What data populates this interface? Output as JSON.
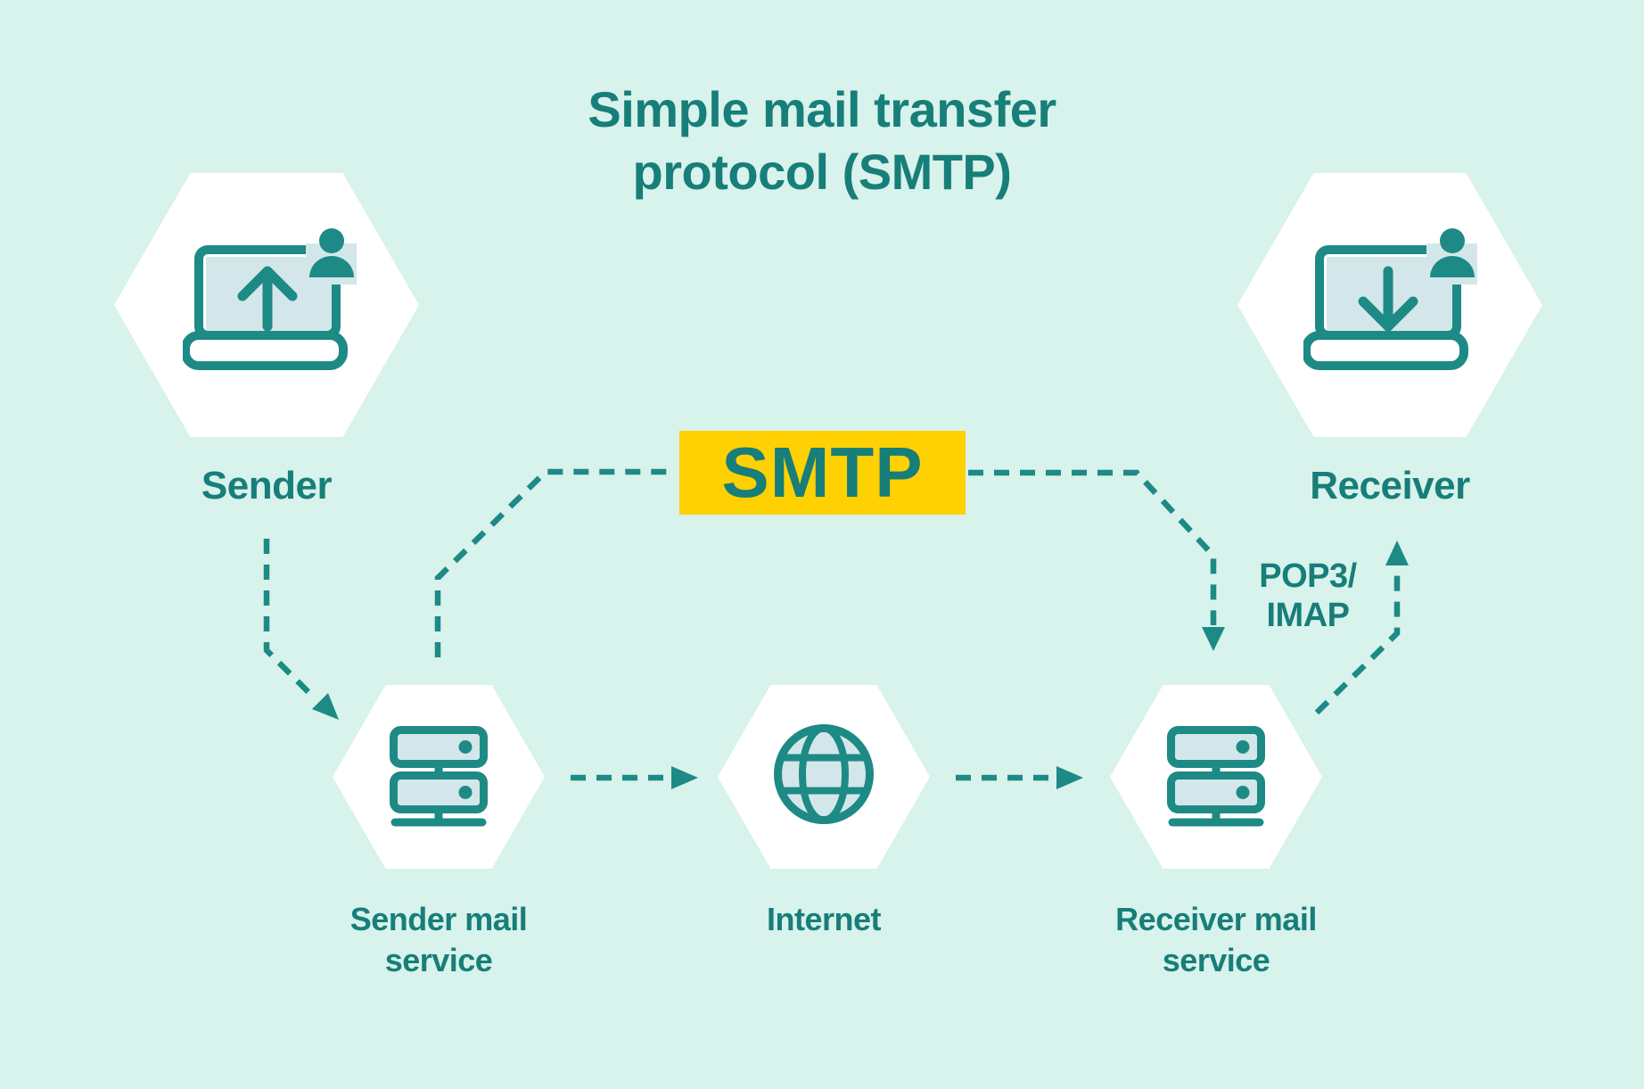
{
  "title": "Simple mail transfer\nprotocol (SMTP)",
  "smtp_badge": "SMTP",
  "nodes": {
    "sender": {
      "label": "Sender"
    },
    "receiver": {
      "label": "Receiver"
    },
    "sender_mail_service": {
      "label": "Sender mail service"
    },
    "internet": {
      "label": "Internet"
    },
    "receiver_mail_service": {
      "label": "Receiver mail service"
    }
  },
  "edges": {
    "pop3_imap_label": "POP3/\nIMAP"
  },
  "colors": {
    "background": "#D8F2EC",
    "hexagon": "#FFFFFF",
    "text": "#177E79",
    "stroke": "#1D8A86",
    "light": "#D3E7EA",
    "yellow": "#FFD103"
  }
}
